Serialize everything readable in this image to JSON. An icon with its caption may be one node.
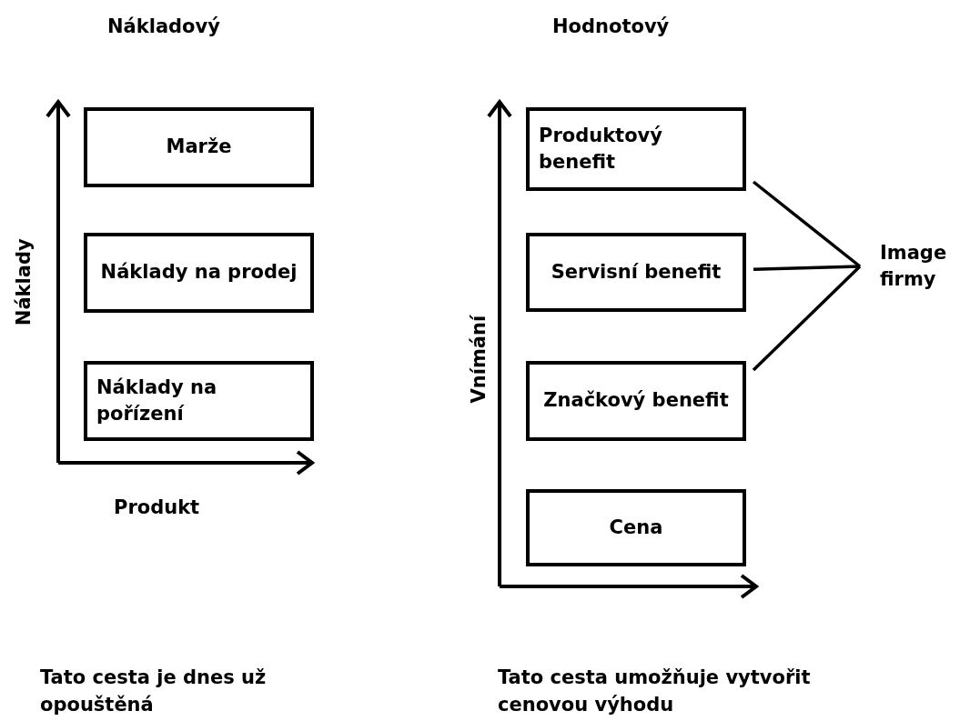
{
  "diagram": {
    "nodes": [
      {
        "text": [
          "Marže"
        ]
      },
      {
        "text": [
          "Náklady na prodej"
        ]
      },
      {
        "text": [
          "Náklady na pořízení"
        ]
      },
      {
        "text": [
          "Produktový benefit"
        ]
      },
      {
        "text": [
          "Servisní benefit"
        ]
      },
      {
        "text": [
          "Značkový benefit"
        ]
      },
      {
        "text": [
          "Cena"
        ]
      },
      {
        "text": [
          "Image firmy"
        ]
      }
    ],
    "edges": [
      {
        "from": 7,
        "to": 3,
        "arrow": "none"
      },
      {
        "from": 7,
        "to": 4,
        "arrow": "none"
      },
      {
        "from": 7,
        "to": 5,
        "arrow": "none"
      }
    ],
    "labels": [
      "Nákladový",
      "Hodnotový",
      "Náklady",
      "Produkt",
      "Vnímání",
      "Tato cesta je dnes už opouštěná",
      "Tato cesta umožňuje vytvořit cenovou výhodu"
    ]
  }
}
